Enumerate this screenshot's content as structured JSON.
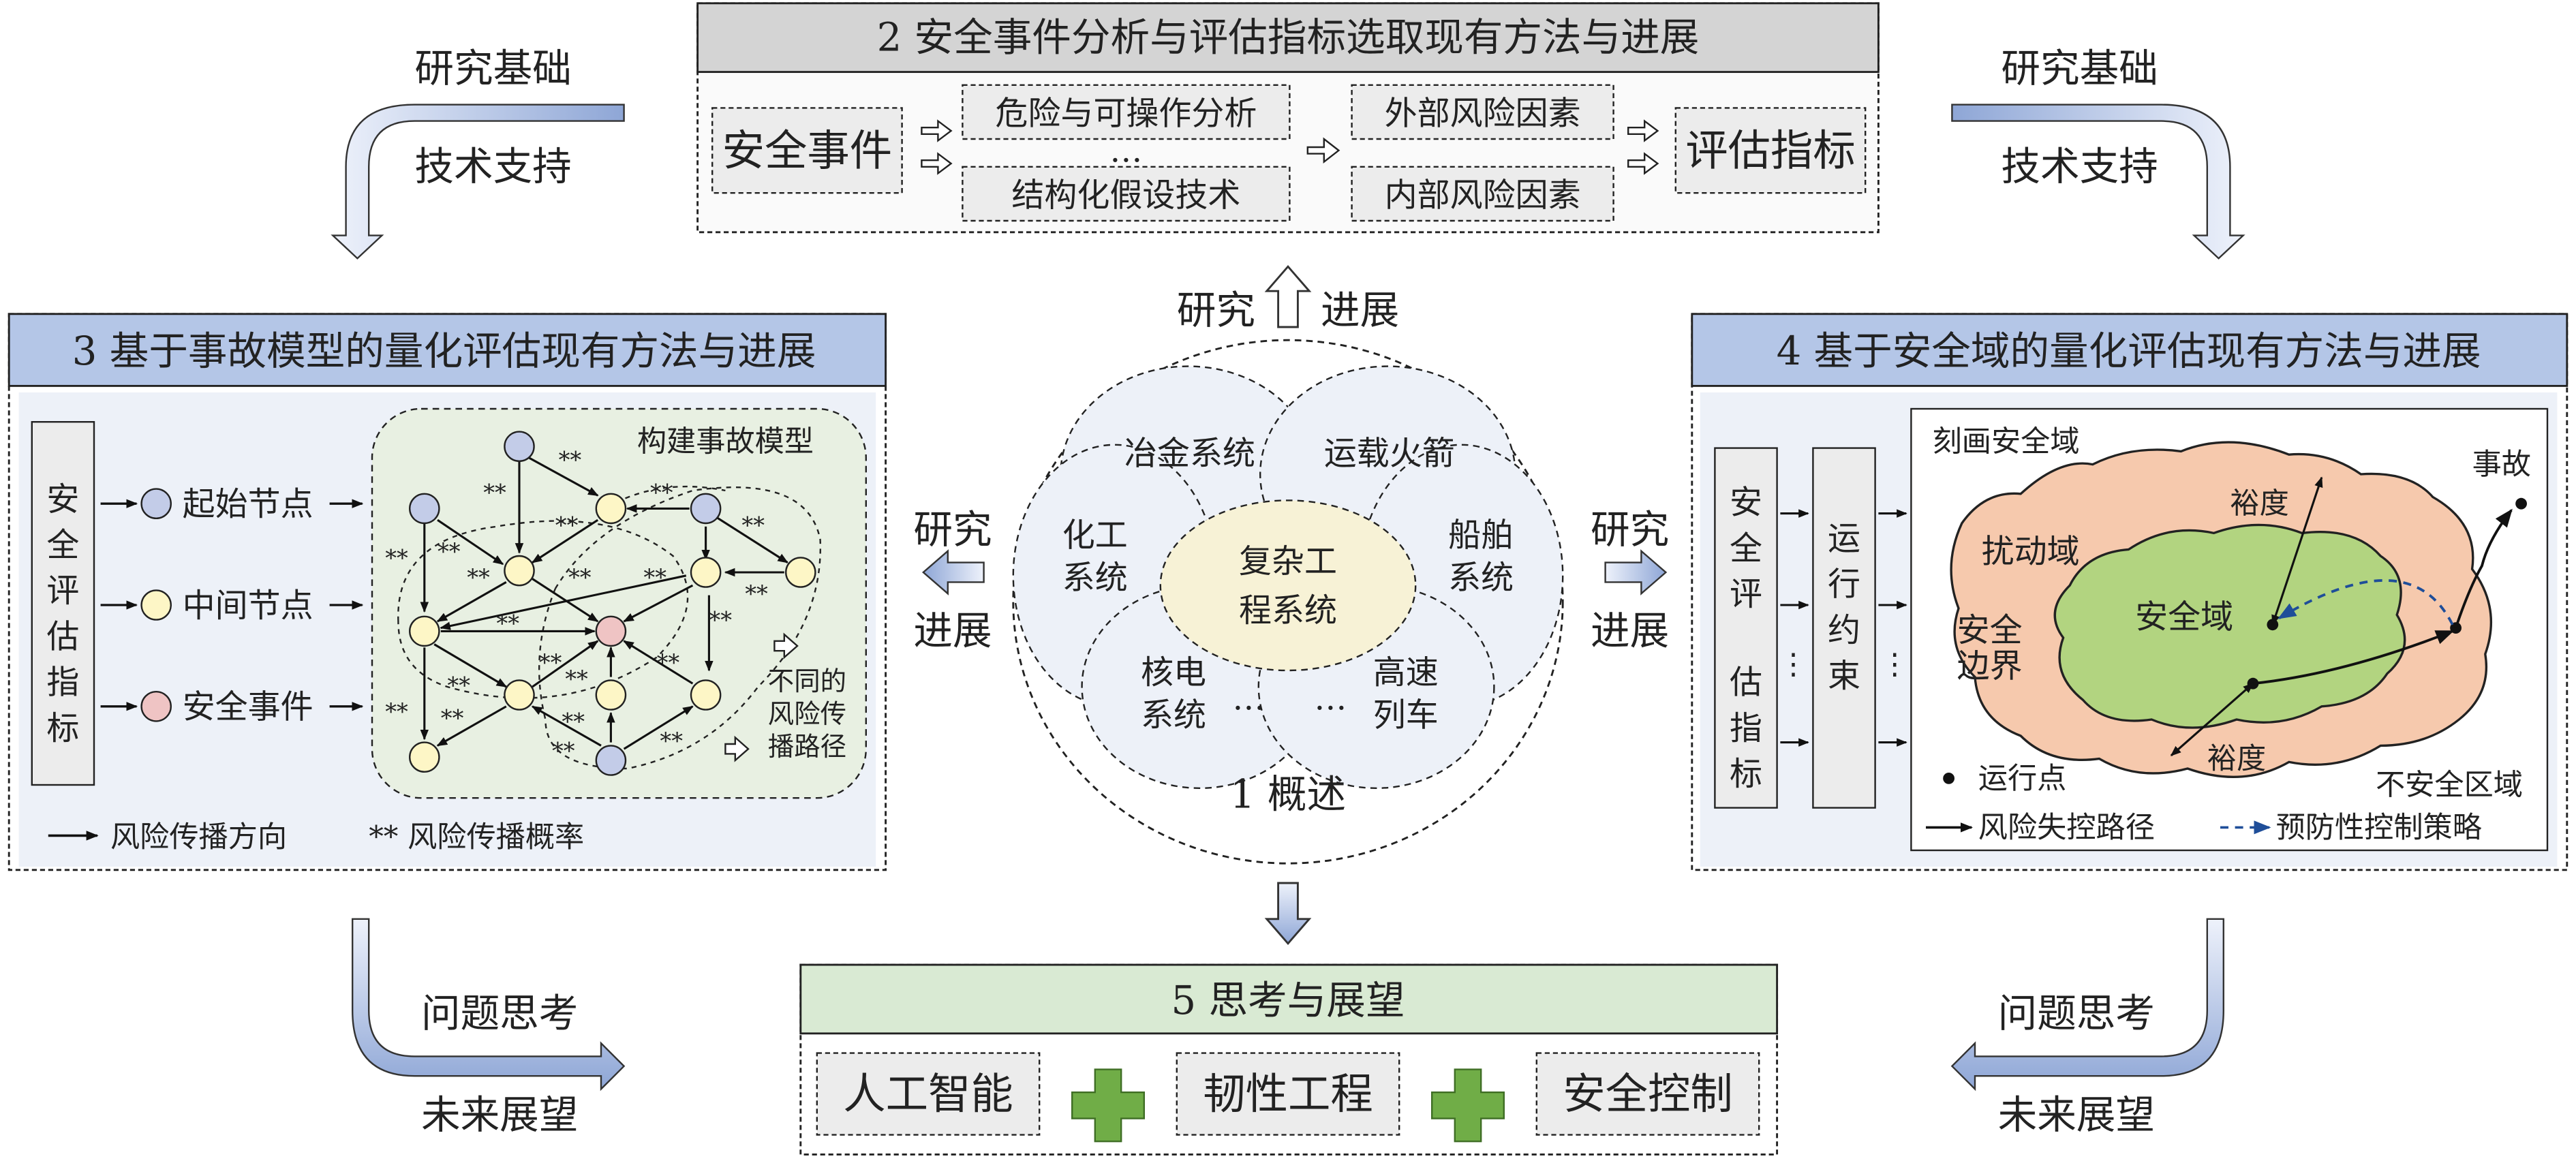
{
  "section2": {
    "title": "2 安全事件分析与评估指标选取现有方法与进展",
    "safety_event": "安全事件",
    "hazop": "危险与可操作分析",
    "ellipsis": "…",
    "structural": "结构化假设技术",
    "external": "外部风险因素",
    "internal": "内部风险因素",
    "indicators": "评估指标"
  },
  "section3": {
    "title": "3 基于事故模型的量化评估现有方法与进展",
    "indicators_vertical": "安全评估指标",
    "start_node": "起始节点",
    "mid_node": "中间节点",
    "event_node": "安全事件",
    "model_label": "构建事故模型",
    "paths_label": [
      "不同的",
      "风险传",
      "播路径"
    ],
    "prob_mark": "**",
    "legend_arrow": "风险传播方向",
    "legend_prob": "** 风险传播概率"
  },
  "section4": {
    "title": "4 基于安全域的量化评估现有方法与进展",
    "indicators_vertical": "安全评估指标",
    "constraints_vertical": "运行约束",
    "vdots": "⋮",
    "draw_label": "刻画安全域",
    "disturb": "扰动域",
    "boundary": [
      "安全",
      "边界"
    ],
    "safe": "安全域",
    "margin_top": "裕度",
    "margin_bottom": "裕度",
    "accident": "事故",
    "unsafe": "不安全区域",
    "legend_point": "运行点",
    "legend_path": "风险失控路径",
    "legend_strategy": "预防性控制策略"
  },
  "section1": {
    "title": "1 概述",
    "center": [
      "复杂工",
      "程系统"
    ],
    "metallurgy": "冶金系统",
    "rocket": "运载火箭",
    "chemical": [
      "化工",
      "系统"
    ],
    "ship": [
      "船舶",
      "系统"
    ],
    "nuclear": [
      "核电",
      "系统"
    ],
    "rail": [
      "高速",
      "列车"
    ],
    "ellipsis": "…"
  },
  "section5": {
    "title": "5 思考与展望",
    "ai": "人工智能",
    "resilience": "韧性工程",
    "control": "安全控制"
  },
  "connectors": {
    "tl_top": "研究基础",
    "tl_bottom": "技术支持",
    "tr_top": "研究基础",
    "tr_bottom": "技术支持",
    "bl_top": "问题思考",
    "bl_bottom": "未来展望",
    "br_top": "问题思考",
    "br_bottom": "未来展望",
    "up_left": "研究",
    "up_right": "进展",
    "left_top": "研究",
    "left_bottom": "进展",
    "right_top": "研究",
    "right_bottom": "进展"
  },
  "colors": {
    "gray_header": "#d4d4d4",
    "blue_header": "#b4c6e7",
    "green_header": "#d9ead3",
    "panel_blue": "#edf1f8",
    "model_green": "#e8f0e2",
    "start_node": "#c3cce8",
    "mid_node": "#fdf6c6",
    "event_node": "#efc4c4",
    "disturb_region": "#f6c9ad",
    "safe_region": "#b2d480",
    "center_fill": "#f7f2d6",
    "plus_green": "#70ad47",
    "arrow_blue": "#b6c6e5"
  }
}
